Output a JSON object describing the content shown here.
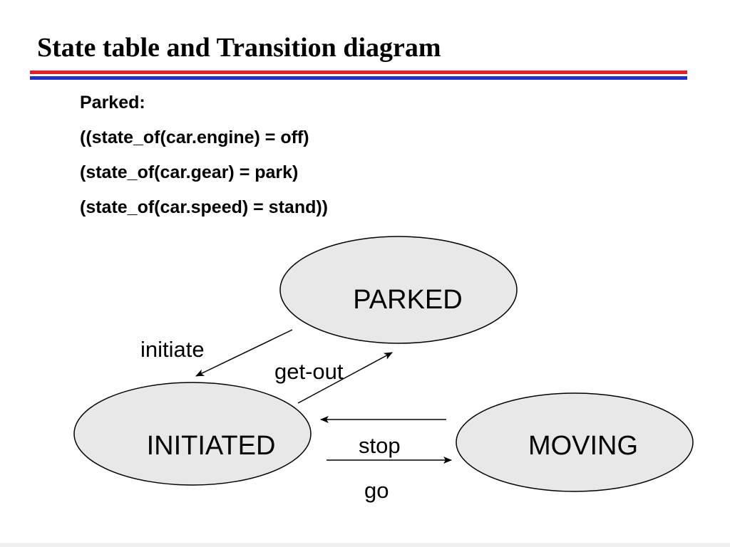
{
  "slide": {
    "title": "State table and Transition diagram",
    "body_lines": [
      "Parked:",
      "((state_of(car.engine) = off)",
      "(state_of(car.gear) = park)",
      "(state_of(car.speed) = stand))"
    ]
  },
  "diagram": {
    "states": {
      "parked": "PARKED",
      "initiated": "INITIATED",
      "moving": "MOVING"
    },
    "transitions": {
      "initiate": "initiate",
      "get_out": "get-out",
      "stop": "stop",
      "go": "go"
    },
    "colors": {
      "state_fill": "#e8e8e8",
      "outline": "#000000",
      "title_rule_red": "#e0202a",
      "title_rule_blue": "#2030c8"
    }
  }
}
